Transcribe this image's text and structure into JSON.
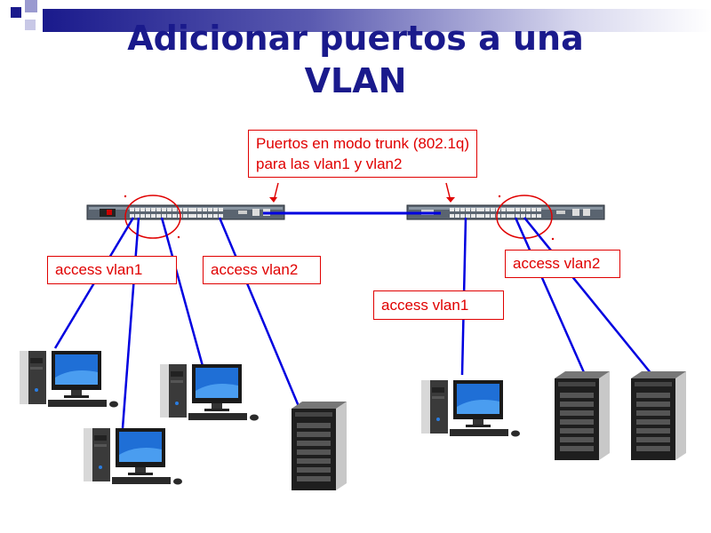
{
  "slide": {
    "title_line1": "Adicionar puertos a una",
    "title_line2": "VLAN"
  },
  "labels": {
    "trunk_line1": "Puertos en modo trunk (802.1q)",
    "trunk_line2": "para las vlan1 y vlan2",
    "left_access_vlan1": "access vlan1",
    "left_access_vlan2": "access vlan2",
    "right_access_vlan1": "access vlan1",
    "right_access_vlan2": "access vlan2"
  },
  "colors": {
    "title": "#1a1a8c",
    "label_text": "#e00000",
    "link": "#0000e0",
    "header_bar": "#1a1a8c"
  },
  "icons": [
    "switch-icon",
    "desktop-pc-icon",
    "server-tower-icon"
  ]
}
